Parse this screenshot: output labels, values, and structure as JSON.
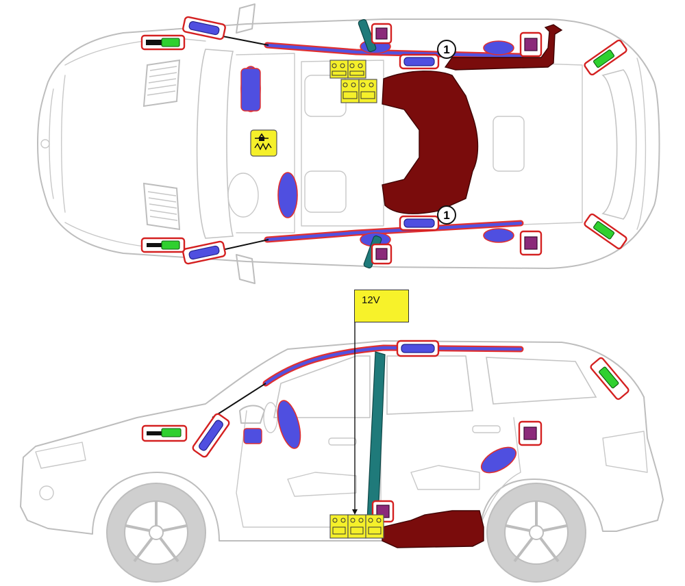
{
  "callout": {
    "voltage_label": "12V"
  },
  "markers": [
    {
      "id": "marker-1-top",
      "label": "1"
    },
    {
      "id": "marker-1-bottom",
      "label": "1"
    }
  ],
  "colors": {
    "airbag": "#4f4fe0",
    "frame": "#d42020",
    "seatbelt": "#1f7a7a",
    "sensor": "#8b2a7a",
    "fuel_tank": "#7a0c0c",
    "battery": "#f5f02a",
    "gas_spring": "#2fd02f",
    "vehicle_outline": "#bdbdbd"
  },
  "icons": [
    "airbag-icon",
    "inflator-icon",
    "seatbelt-pretensioner-icon",
    "crash-sensor-icon",
    "fuel-tank-icon",
    "battery-icon",
    "gas-spring-icon",
    "control-unit-icon"
  ]
}
